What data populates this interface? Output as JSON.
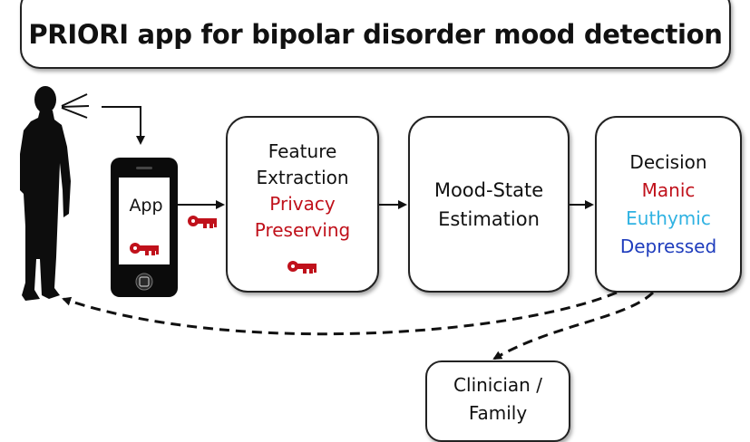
{
  "title": "PRIORI app for bipolar disorder mood detection",
  "phone": {
    "app_label": "App"
  },
  "feature_box": {
    "line1": "Feature",
    "line2": "Extraction",
    "line3": "Privacy",
    "line4": "Preserving"
  },
  "mood_box": {
    "line1": "Mood-State",
    "line2": "Estimation"
  },
  "decision_box": {
    "heading": "Decision",
    "manic": "Manic",
    "euthymic": "Euthymic",
    "depressed": "Depressed"
  },
  "clinician_box": {
    "line1": "Clinician /",
    "line2": "Family"
  },
  "colors": {
    "manic": "#c0111b",
    "euthymic": "#2fb2e2",
    "depressed": "#1f3dbd",
    "key": "#c0111b"
  },
  "icons": [
    "person-silhouette",
    "speech-wave-icon",
    "smartphone",
    "key-icon",
    "arrow-right-icon",
    "dashed-arrow-icon"
  ]
}
